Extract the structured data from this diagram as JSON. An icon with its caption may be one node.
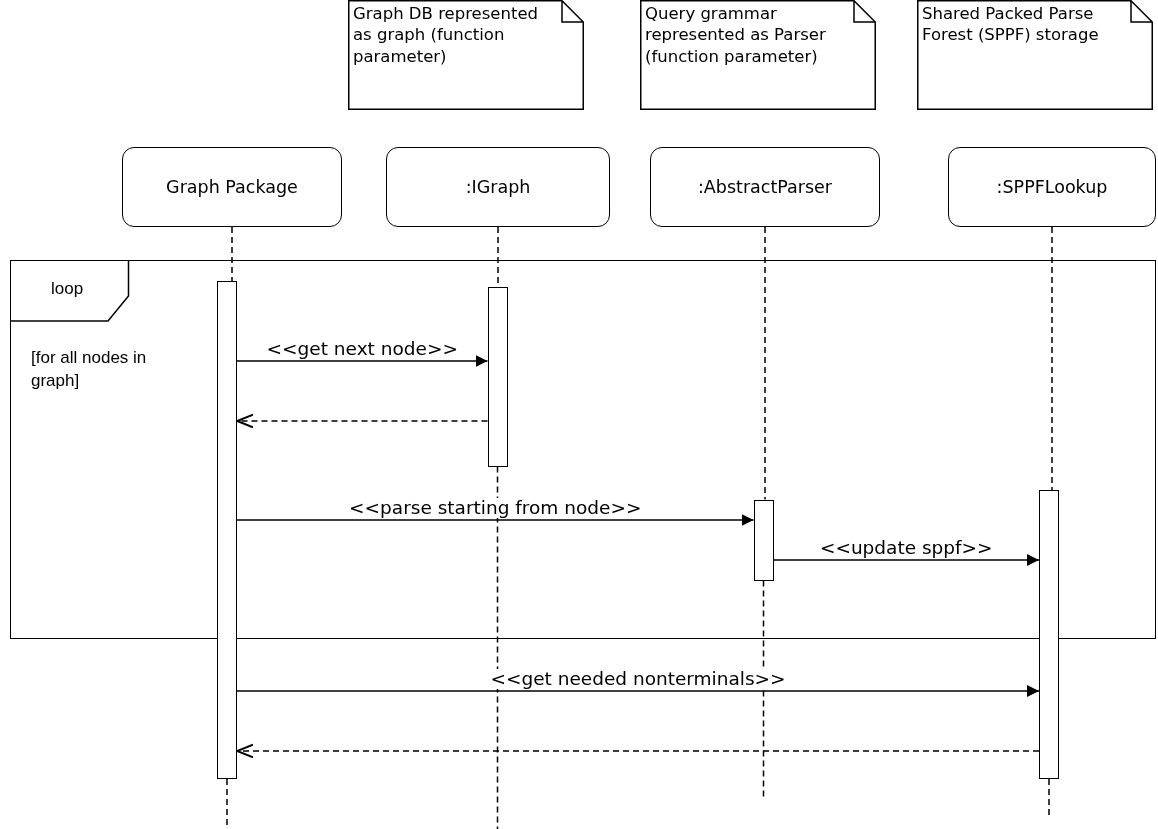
{
  "diagram": {
    "nodes": [
      {
        "text": [
          "Graph DB represented as graph (function parameter)"
        ]
      },
      {
        "text": [
          "Query grammar represented as Parser (function parameter)"
        ]
      },
      {
        "text": [
          "Shared Packed Parse Forest (SPPF) storage"
        ]
      },
      {
        "text": [
          "Graph Package"
        ]
      },
      {
        "text": [
          ":IGraph"
        ]
      },
      {
        "text": [
          ":AbstractParser"
        ]
      },
      {
        "text": [
          ":SPPFLookup"
        ]
      },
      {
        "text": [
          "loop",
          "[for all nodes in graph]"
        ]
      },
      {
        "text": [],
        "shape": "bar"
      },
      {
        "text": [],
        "shape": "bar",
        "in": 7
      },
      {
        "text": [],
        "shape": "bar",
        "in": 7
      },
      {
        "text": [],
        "shape": "bar"
      }
    ],
    "edges": [
      {
        "from": 3,
        "to": 8,
        "arrow": "none",
        "style": "dashed"
      },
      {
        "from": 4,
        "to": 9,
        "arrow": "none",
        "style": "dashed"
      },
      {
        "from": 5,
        "to": 10,
        "arrow": "none",
        "style": "dashed"
      },
      {
        "from": 6,
        "to": 11,
        "arrow": "none",
        "style": "dashed"
      },
      {
        "from": 8,
        "to": null,
        "arrow": "none",
        "style": "dashed"
      },
      {
        "from": 9,
        "to": null,
        "arrow": "none",
        "style": "dashed"
      },
      {
        "from": 10,
        "to": null,
        "arrow": "none",
        "style": "dashed"
      },
      {
        "from": 11,
        "to": null,
        "arrow": "none",
        "style": "dashed"
      },
      {
        "from": 8,
        "to": 9,
        "arrow": "to",
        "label": "<<get next node>>"
      },
      {
        "from": 9,
        "to": 8,
        "arrow": "to",
        "style": "dashed"
      },
      {
        "from": 8,
        "to": 10,
        "arrow": "to",
        "label": "<<parse starting from node>>"
      },
      {
        "from": 10,
        "to": 11,
        "arrow": "to",
        "label": "<<update sppf>>"
      },
      {
        "from": 8,
        "to": 11,
        "arrow": "to",
        "label": "<<get needed nonterminals>>"
      },
      {
        "from": 11,
        "to": 8,
        "arrow": "to",
        "style": "dashed"
      }
    ]
  }
}
